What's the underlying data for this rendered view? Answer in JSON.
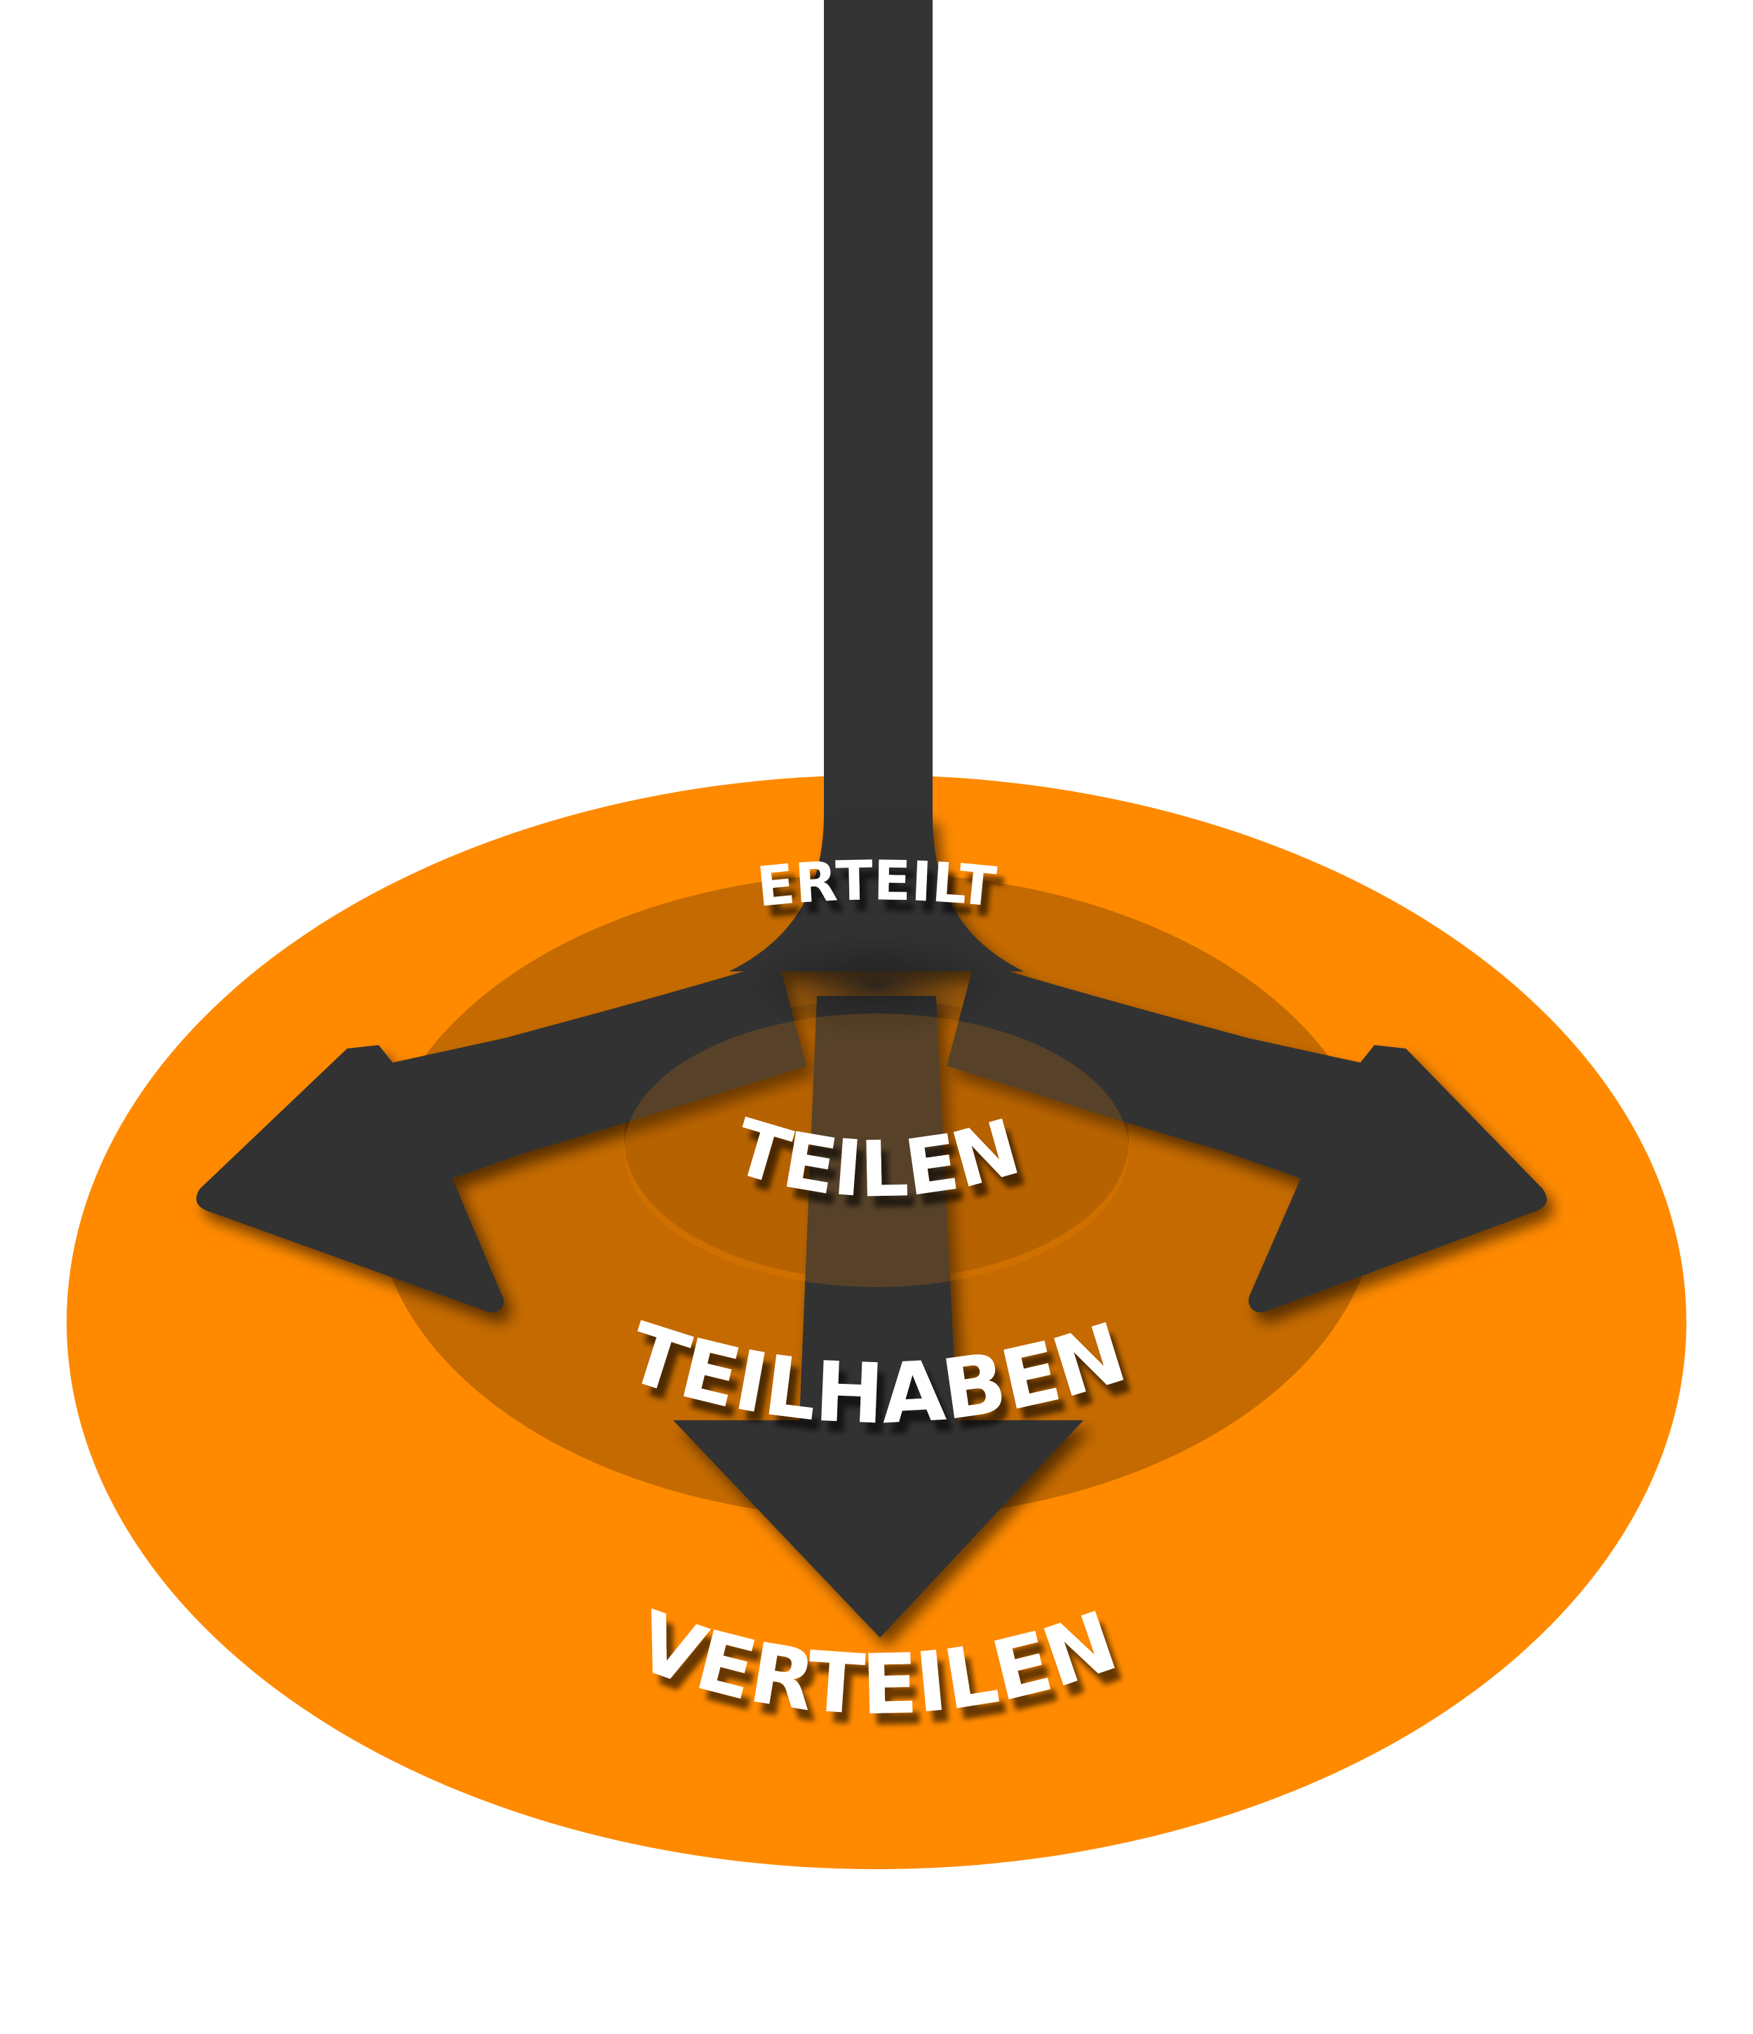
{
  "labels": {
    "top": "ERTEILT",
    "middle": "TEILEN",
    "lower": "TEILHABEN",
    "bottom": "VERTEILEN"
  },
  "colors": {
    "background": "#ffffff",
    "disc_outer": "#FF8A00",
    "disc_ring": "#C46A00",
    "disc_inner": "#A85A00",
    "disc_core": "#8E4C00",
    "arrows": "#333333",
    "label_text": "#ffffff"
  },
  "icons": {
    "main_stem": "vertical-arrow-stem",
    "branches": [
      "arrow-left",
      "arrow-right",
      "arrow-down"
    ]
  }
}
